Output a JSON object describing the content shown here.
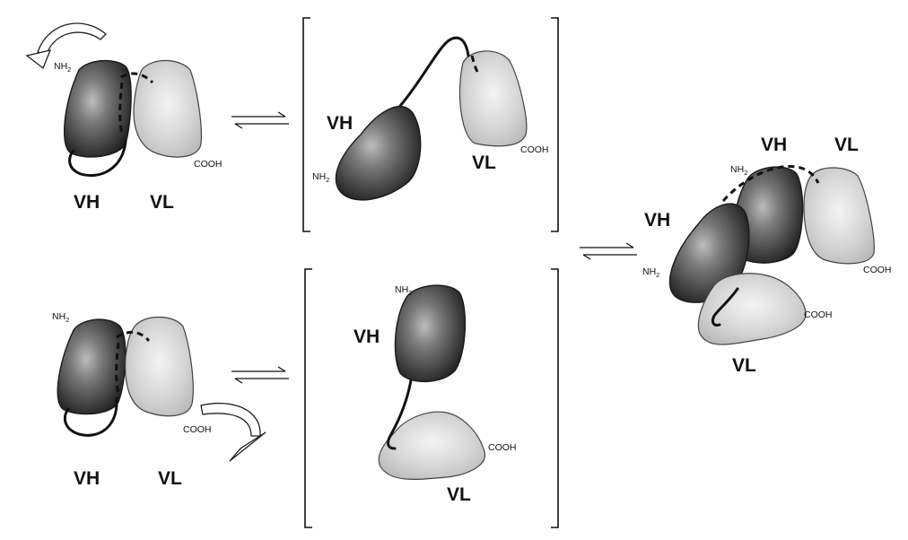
{
  "labels": {
    "vh": "VH",
    "vl": "VL",
    "nh2": "NH",
    "nh2_sub": "2",
    "cooh": "COOH"
  }
}
